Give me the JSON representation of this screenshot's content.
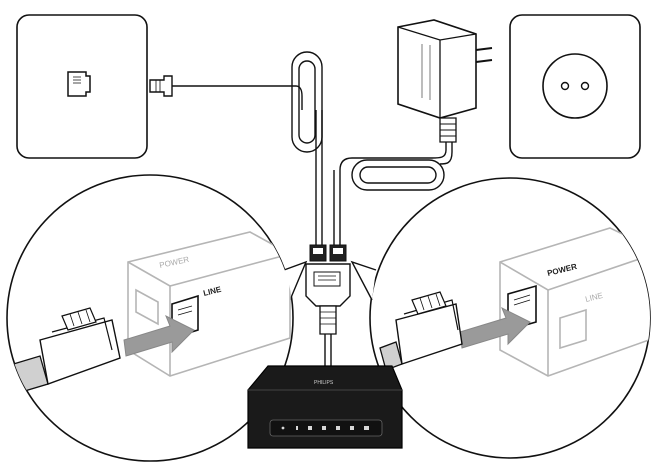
{
  "labels": {
    "left_power": "POWER",
    "left_line": "LINE",
    "right_power": "POWER",
    "right_line": "LINE",
    "router_brand": "PHILIPS"
  },
  "colors": {
    "stroke": "#111111",
    "arrow": "#9a9a9a",
    "plug_fill": "#f4f4f4",
    "router_body": "#1a1a1a",
    "router_led": "#d8d8d8"
  },
  "icons": {
    "phone_wall_jack": "rj11-socket-icon",
    "power_wall_socket": "power-socket-icon",
    "power_adapter": "power-adapter-icon",
    "router": "router-icon"
  }
}
